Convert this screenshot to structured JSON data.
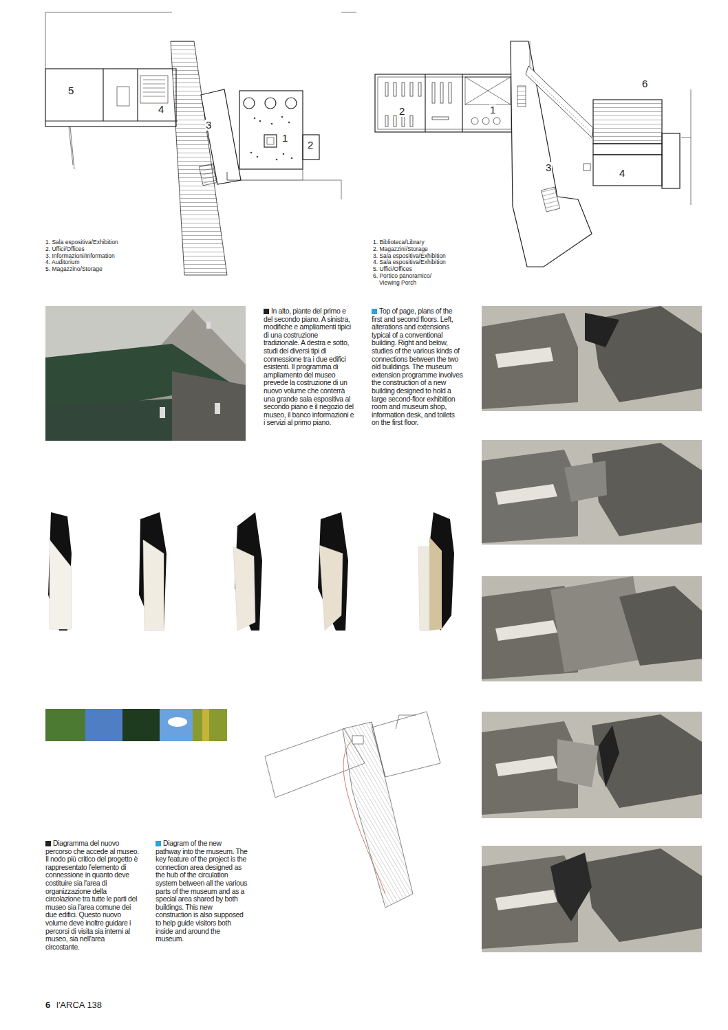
{
  "diagram": {
    "labels": [
      "5",
      "4",
      "3",
      "1",
      "2",
      "2",
      "1",
      "6",
      "3",
      "4",
      "1. Sala espositiva/Exhibition",
      "2. Uffici/Offices",
      "3. Informazioni/Information",
      "4. Auditorium",
      "5. Magazzino/Storage",
      "1. Biblioteca/Library",
      "2. Magazzini/Storage",
      "3. Sala espositiva/Exhibition",
      "4. Sala espositiva/Exhibition",
      "5. Uffici/Offices",
      "6. Portico panoramico/ Viewing Porch",
      "In alto, piante del primo e del secondo piano. A sinistra, modifiche e ampliamenti tipici di una costruzione tradizionale. A destra e sotto, studi dei diversi tipi di connessione tra i due edifici esistenti. Il programma di ampliamento del museo prevede la costruzione di un nuovo volume che conterrà una grande sala espositiva al secondo piano e il negozio del museo, il banco informazioni e i servizi al primo piano.",
      "Top of page, plans of the first and second floors. Left, alterations and extensions typical of a conventional building. Right and below, studies of the various kinds of connections between the two old buildings. The museum extension programme involves the construction of a new building designed to hold a large second-floor exhibition room and museum shop, information desk, and toilets on the first floor.",
      "Diagramma del nuovo percorso che accede al museo. Il nodo più critico del progetto è rappresentato l'elemento di connessione in quanto deve costituire sia l'area di organizzazione della circolazione tra tutte le parti del museo sia l'area comune dei due edifici. Questo nuovo volume deve inoltre guidare i percorsi di visita sia interni al museo, sia nell'area circostante.",
      "Diagram of the new pathway into the museum. The key feature of the project is the connection area designed as the hub of the circulation system between all the various parts of the museum and as a special area shared by both buildings. This new construction is also supposed to help guide visitors both inside and around the museum.",
      "6",
      "l'ARCA 138"
    ]
  }
}
